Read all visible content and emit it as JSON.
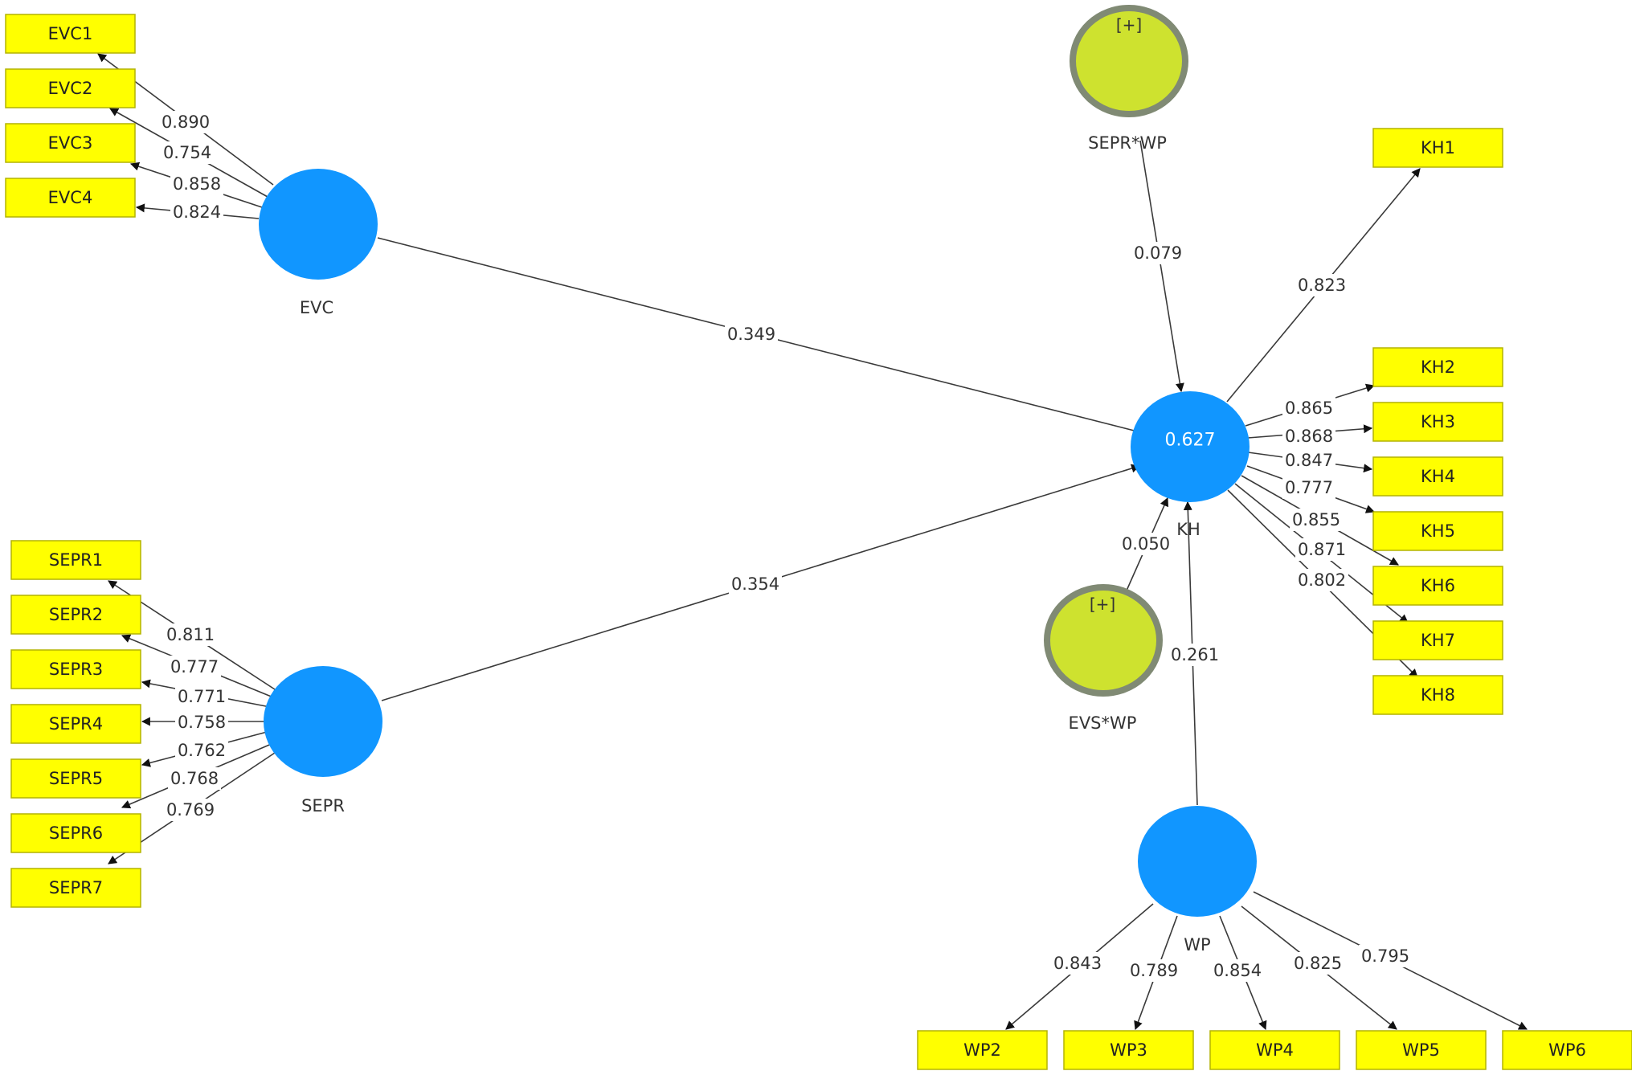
{
  "model": {
    "latent_variables": {
      "EVC": {
        "name": "EVC"
      },
      "SEPR": {
        "name": "SEPR"
      },
      "KH": {
        "name": "KH",
        "r_squared": "0.627"
      },
      "WP": {
        "name": "WP"
      },
      "SEPR_WP": {
        "name": "SEPR*WP",
        "marker": "[+]"
      },
      "EVS_WP": {
        "name": "EVS*WP",
        "marker": "[+]"
      }
    },
    "indicators": {
      "EVC1": "EVC1",
      "EVC2": "EVC2",
      "EVC3": "EVC3",
      "EVC4": "EVC4",
      "SEPR1": "SEPR1",
      "SEPR2": "SEPR2",
      "SEPR3": "SEPR3",
      "SEPR4": "SEPR4",
      "SEPR5": "SEPR5",
      "SEPR6": "SEPR6",
      "SEPR7": "SEPR7",
      "KH1": "KH1",
      "KH2": "KH2",
      "KH3": "KH3",
      "KH4": "KH4",
      "KH5": "KH5",
      "KH6": "KH6",
      "KH7": "KH7",
      "KH8": "KH8",
      "WP2": "WP2",
      "WP3": "WP3",
      "WP4": "WP4",
      "WP5": "WP5",
      "WP6": "WP6"
    },
    "loadings": {
      "EVC1": "0.890",
      "EVC2": "0.754",
      "EVC3": "0.858",
      "EVC4": "0.824",
      "SEPR1": "0.811",
      "SEPR2": "0.777",
      "SEPR3": "0.771",
      "SEPR4": "0.758",
      "SEPR5": "0.762",
      "SEPR6": "0.768",
      "SEPR7": "0.769",
      "KH1": "0.823",
      "KH2": "0.865",
      "KH3": "0.868",
      "KH4": "0.847",
      "KH5": "0.777",
      "KH6": "0.855",
      "KH7": "0.871",
      "KH8": "0.802",
      "WP2": "0.843",
      "WP3": "0.789",
      "WP4": "0.854",
      "WP5": "0.825",
      "WP6": "0.795"
    },
    "path_coefficients": {
      "EVC_KH": "0.349",
      "SEPR_KH": "0.354",
      "SEPRWP_KH": "0.079",
      "EVSWP_KH": "0.050",
      "WP_KH": "0.261"
    },
    "colors": {
      "latent": "#1196ff",
      "moderator": "#cee22f",
      "moderator_ring": "#808a74",
      "indicator": "#ffff00"
    }
  }
}
